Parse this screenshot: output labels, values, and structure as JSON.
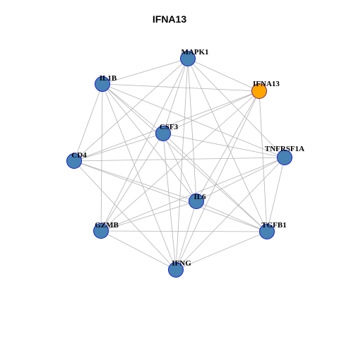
{
  "title": "IFNA13",
  "colors": {
    "node_fill": "#4682b4",
    "hub_fill": "#ffa500",
    "edge": "#b3b3b3"
  },
  "nodes": [
    {
      "id": "MAPK1",
      "label": "MAPK1",
      "hub": false
    },
    {
      "id": "IL1B",
      "label": "IL1B",
      "hub": false
    },
    {
      "id": "IFNA13",
      "label": "IFNA13",
      "hub": true
    },
    {
      "id": "CSF3",
      "label": "CSF3",
      "hub": false
    },
    {
      "id": "CD4",
      "label": "CD4",
      "hub": false
    },
    {
      "id": "TNFRSF1A",
      "label": "TNFRSF1A",
      "hub": false
    },
    {
      "id": "IL6",
      "label": "IL6",
      "hub": false
    },
    {
      "id": "GZMB",
      "label": "GZMB",
      "hub": false
    },
    {
      "id": "TGFB1",
      "label": "TGFB1",
      "hub": false
    },
    {
      "id": "IFNG",
      "label": "IFNG",
      "hub": false
    }
  ],
  "edges": [
    [
      "MAPK1",
      "IL1B"
    ],
    [
      "MAPK1",
      "IFNA13"
    ],
    [
      "MAPK1",
      "CSF3"
    ],
    [
      "MAPK1",
      "CD4"
    ],
    [
      "MAPK1",
      "TNFRSF1A"
    ],
    [
      "MAPK1",
      "IL6"
    ],
    [
      "MAPK1",
      "GZMB"
    ],
    [
      "MAPK1",
      "TGFB1"
    ],
    [
      "MAPK1",
      "IFNG"
    ],
    [
      "IL1B",
      "IFNA13"
    ],
    [
      "IL1B",
      "CSF3"
    ],
    [
      "IL1B",
      "CD4"
    ],
    [
      "IL1B",
      "TNFRSF1A"
    ],
    [
      "IL1B",
      "IL6"
    ],
    [
      "IL1B",
      "GZMB"
    ],
    [
      "IL1B",
      "TGFB1"
    ],
    [
      "IL1B",
      "IFNG"
    ],
    [
      "IFNA13",
      "CSF3"
    ],
    [
      "IFNA13",
      "CD4"
    ],
    [
      "IFNA13",
      "IL6"
    ],
    [
      "IFNA13",
      "GZMB"
    ],
    [
      "IFNA13",
      "TGFB1"
    ],
    [
      "IFNA13",
      "IFNG"
    ],
    [
      "CSF3",
      "CD4"
    ],
    [
      "CSF3",
      "TNFRSF1A"
    ],
    [
      "CSF3",
      "IL6"
    ],
    [
      "CSF3",
      "GZMB"
    ],
    [
      "CSF3",
      "TGFB1"
    ],
    [
      "CSF3",
      "IFNG"
    ],
    [
      "CD4",
      "TNFRSF1A"
    ],
    [
      "CD4",
      "IL6"
    ],
    [
      "CD4",
      "TGFB1"
    ],
    [
      "CD4",
      "IFNG"
    ],
    [
      "TNFRSF1A",
      "IL6"
    ],
    [
      "TNFRSF1A",
      "GZMB"
    ],
    [
      "TNFRSF1A",
      "TGFB1"
    ],
    [
      "TNFRSF1A",
      "IFNG"
    ],
    [
      "IL6",
      "GZMB"
    ],
    [
      "IL6",
      "TGFB1"
    ],
    [
      "IL6",
      "IFNG"
    ],
    [
      "GZMB",
      "TGFB1"
    ],
    [
      "GZMB",
      "IFNG"
    ],
    [
      "TGFB1",
      "IFNG"
    ]
  ]
}
